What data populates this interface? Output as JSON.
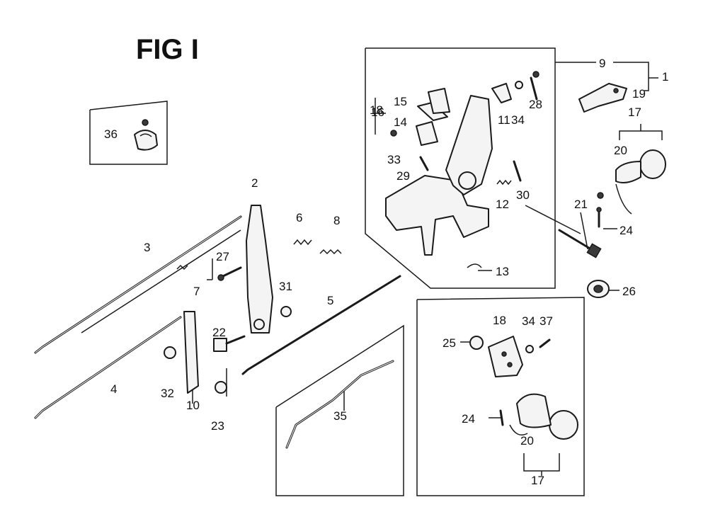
{
  "figure": {
    "title": "FIG I"
  },
  "callouts": [
    "1",
    "2",
    "3",
    "4",
    "5",
    "6",
    "7",
    "8",
    "9",
    "10",
    "11",
    "12",
    "13",
    "14",
    "15",
    "16",
    "17",
    "17",
    "18",
    "18",
    "19",
    "20",
    "20",
    "21",
    "22",
    "23",
    "24",
    "24",
    "25",
    "26",
    "27",
    "28",
    "29",
    "30",
    "31",
    "32",
    "33",
    "34",
    "34",
    "35",
    "36",
    "37"
  ]
}
